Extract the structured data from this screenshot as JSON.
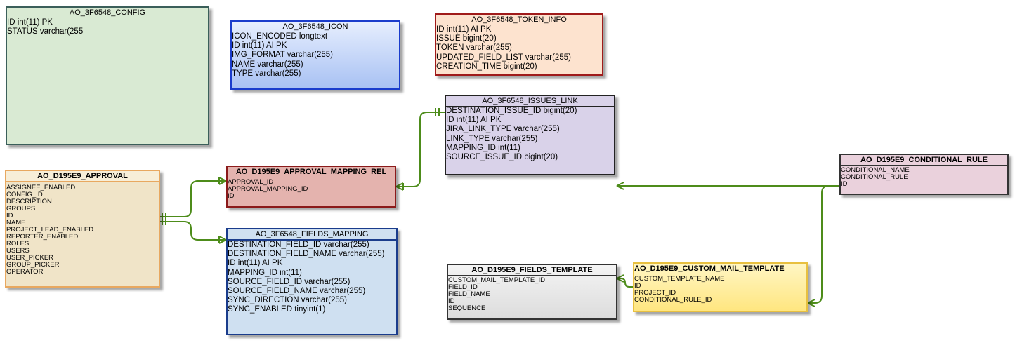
{
  "tables": {
    "config": {
      "name": "AO_3F6548_CONFIG",
      "fields": [
        "ID int(11) PK",
        "STATUS varchar(255"
      ]
    },
    "icon": {
      "name": "AO_3F6548_ICON",
      "fields": [
        "ICON_ENCODED longtext",
        "ID int(11) AI PK",
        "IMG_FORMAT varchar(255)",
        "NAME varchar(255)",
        "TYPE varchar(255)"
      ]
    },
    "token_info": {
      "name": "AO_3F6548_TOKEN_INFO",
      "fields": [
        "ID int(11) AI PK",
        "ISSUE bigint(20)",
        "TOKEN varchar(255)",
        "UPDATED_FIELD_LIST varchar(255)",
        "CREATION_TIME bigint(20)"
      ]
    },
    "issues_link": {
      "name": "AO_3F6548_ISSUES_LINK",
      "fields": [
        "DESTINATION_ISSUE_ID bigint(20)",
        "ID int(11) AI PK",
        "JIRA_LINK_TYPE varchar(255)",
        "LINK_TYPE varchar(255)",
        "MAPPING_ID int(11)",
        "SOURCE_ISSUE_ID bigint(20)"
      ]
    },
    "approval": {
      "name": "AO_D195E9_APPROVAL",
      "fields": [
        "ASSIGNEE_ENABLED",
        "CONFIG_ID",
        "DESCRIPTION",
        "GROUPS",
        "ID",
        "NAME",
        "PROJECT_LEAD_ENABLED",
        "REPORTER_ENABLED",
        "ROLES",
        "USERS",
        "USER_PICKER",
        "GROUP_PICKER",
        "OPERATOR"
      ]
    },
    "approval_mapping_rel": {
      "name": "AO_D195E9_APPROVAL_MAPPING_REL",
      "fields": [
        "APPROVAL_ID",
        "APPROVAL_MAPPING_ID",
        "ID"
      ]
    },
    "fields_mapping": {
      "name": "AO_3F6548_FIELDS_MAPPING",
      "fields": [
        "DESTINATION_FIELD_ID varchar(255)",
        "DESTINATION_FIELD_NAME varchar(255)",
        "ID int(11) AI PK",
        "MAPPING_ID int(11)",
        "SOURCE_FIELD_ID varchar(255)",
        "SOURCE_FIELD_NAME varchar(255)",
        "SYNC_DIRECTION varchar(255)",
        "SYNC_ENABLED tinyint(1)"
      ]
    },
    "conditional_rule": {
      "name": "AO_D195E9_CONDITIONAL_RULE",
      "fields": [
        "CONDITIONAL_NAME",
        "CONDITIONAL_RULE",
        "ID"
      ]
    },
    "fields_template": {
      "name": "AO_D195E9_FIELDS_TEMPLATE",
      "fields": [
        "CUSTOM_MAIL_TEMPLATE_ID",
        "FIELD_ID",
        "FIELD_NAME",
        "ID",
        "SEQUENCE"
      ]
    },
    "custom_mail_template": {
      "name": "AO_D195E9_CUSTOM_MAIL_TEMPLATE",
      "fields": [
        "CUSTOM_TEMPLATE_NAME",
        "ID",
        "PROJECT_ID",
        "CONDITIONAL_RULE_ID"
      ]
    }
  },
  "colors": {
    "config": {
      "fill": "#d9ead3",
      "border": "#3b5f5a"
    },
    "icon": {
      "fill_top": "#e6eefe",
      "fill_bottom": "#a8c1f3",
      "border": "#1a3ccc"
    },
    "token_info": {
      "fill": "#fde3cf",
      "border": "#a01b1b"
    },
    "issues_link": {
      "fill": "#d9d2e9",
      "border": "#222222"
    },
    "approval": {
      "fill": "#f0e4c8",
      "border": "#e8a860"
    },
    "approval_mapping_rel": {
      "fill": "#e4b3ae",
      "border": "#8b1a1a"
    },
    "fields_mapping": {
      "fill": "#cfe0f1",
      "border": "#1a3c8c"
    },
    "conditional_rule": {
      "fill": "#ead1dc",
      "border": "#333333"
    },
    "fields_template": {
      "fill": "#e8e8e8",
      "border": "#333333"
    },
    "custom_mail_template": {
      "fill": "#fff2b3",
      "border": "#e8c040"
    },
    "relationship_line": "#4d8c1a"
  }
}
